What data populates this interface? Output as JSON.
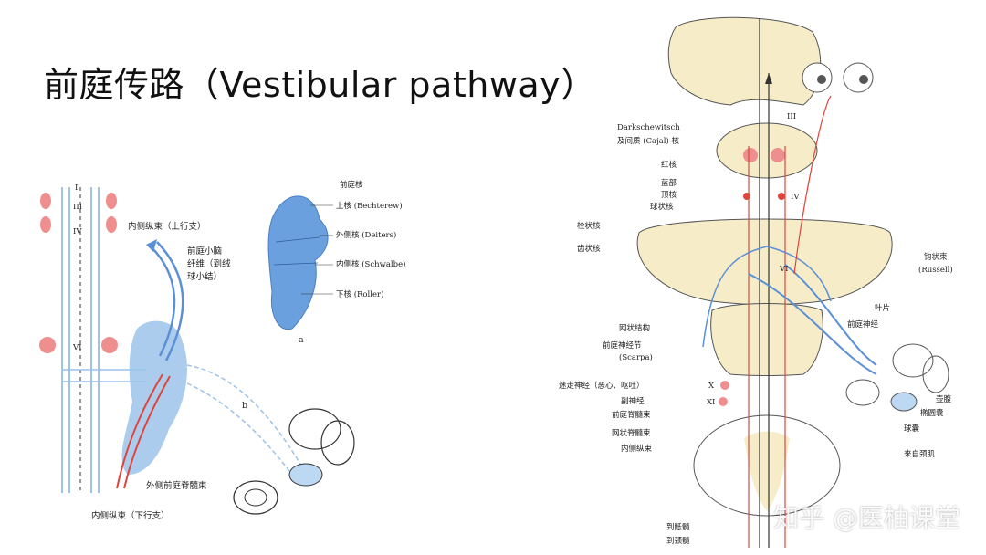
{
  "title": "前庭传路（Vestibular pathway）",
  "left_figure": {
    "roman": [
      "I",
      "III",
      "IV",
      "VI"
    ],
    "mlf_up": "内侧纵束（上行支）",
    "vc_fibers": [
      "前庭小脑",
      "纤维（到绒",
      "球小结）"
    ],
    "lat_vs_tract": "外侧前庭脊髓束",
    "mlf_down": "内侧纵束（下行支）",
    "label_b": "b"
  },
  "nuclei_figure": {
    "heading": "前庭核",
    "items": [
      "上核 (Bechterew)",
      "外侧核 (Deiters)",
      "内侧核 (Schwalbe)",
      "下核 (Roller)"
    ],
    "label_a": "a"
  },
  "right_figure": {
    "left_labels": [
      "Darkschewitsch",
      "及间质 (Cajal) 核",
      "红核",
      "蓝部",
      "顶核",
      "球状核",
      "栓状核",
      "齿状核",
      "网状结构",
      "前庭神经节",
      "(Scarpa)",
      "迷走神经（恶心、呕吐）",
      "副神经",
      "前庭脊髓束",
      "网状脊髓束",
      "内侧纵束",
      "到骶髓",
      "到颈髓"
    ],
    "roman": [
      "III",
      "IV",
      "VI",
      "X",
      "XI"
    ],
    "right_labels": [
      "钩状束",
      "(Russell)",
      "叶片",
      "前庭神经",
      "壶腹",
      "椭圆囊",
      "球囊",
      "来自颈肌"
    ]
  },
  "watermark": "知乎 @医柚课堂",
  "colors": {
    "blue": "#5b8fd6",
    "light_blue": "#9cc3ea",
    "red": "#e0453c",
    "pink": "#ef8e8e",
    "cream": "#f6ecc8",
    "line": "#333333"
  }
}
